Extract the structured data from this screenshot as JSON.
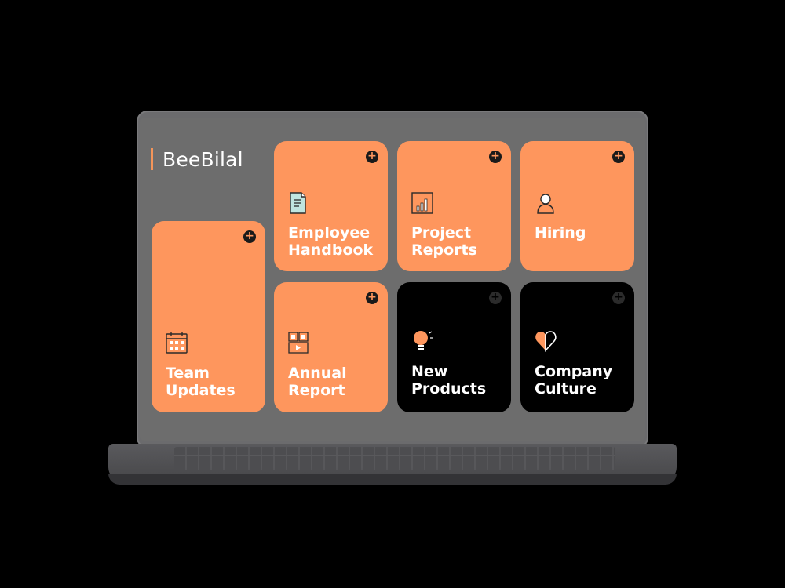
{
  "app": {
    "brand": "BeeBilal"
  },
  "colors": {
    "accent": "#fe965d",
    "dark_tile": "#000000",
    "screen": "#6d6d6d",
    "text": "#ffffff"
  },
  "tiles": [
    {
      "id": "employee-handbook",
      "label": "Employee\nHandbook",
      "icon": "document-icon",
      "style": "orange",
      "action": "+"
    },
    {
      "id": "project-reports",
      "label": "Project\nReports",
      "icon": "bar-chart-icon",
      "style": "orange",
      "action": "+"
    },
    {
      "id": "hiring",
      "label": "Hiring",
      "icon": "person-icon",
      "style": "orange",
      "action": "+"
    },
    {
      "id": "team-updates",
      "label": "Team\nUpdates",
      "icon": "calendar-icon",
      "style": "orange",
      "action": "+"
    },
    {
      "id": "annual-report",
      "label": "Annual\nReport",
      "icon": "media-grid-icon",
      "style": "orange",
      "action": "+"
    },
    {
      "id": "new-products",
      "label": "New\nProducts",
      "icon": "lightbulb-icon",
      "style": "dark",
      "action": "+"
    },
    {
      "id": "company-culture",
      "label": "Company\nCulture",
      "icon": "heart-icon",
      "style": "dark",
      "action": "+"
    }
  ]
}
